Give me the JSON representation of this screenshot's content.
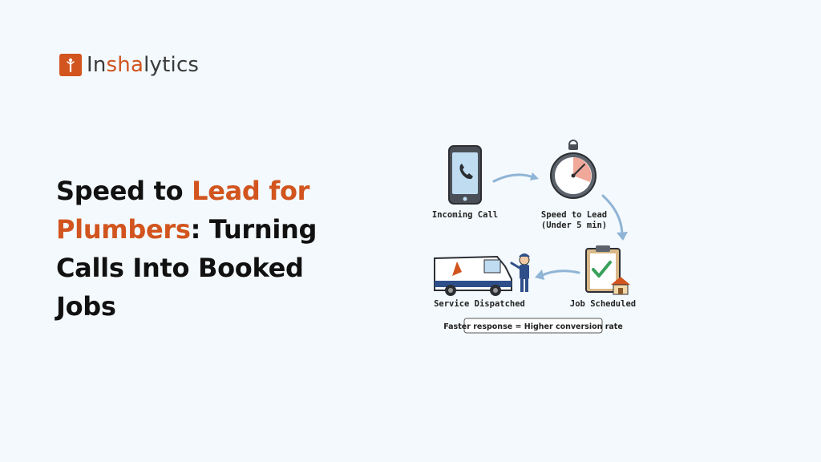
{
  "logo": {
    "text_start": "In",
    "text_accent": "sha",
    "text_end": "lytics",
    "icon": "logo-icon"
  },
  "headline": {
    "part1": "Speed to ",
    "part2_highlight": "Lead for Plumbers",
    "part3": ": Turning Calls Into Booked Jobs"
  },
  "diagram": {
    "steps": [
      {
        "label": "Incoming Call",
        "icon": "phone-icon"
      },
      {
        "label": "Speed to Lead",
        "sublabel": "(Under 5 min)",
        "icon": "stopwatch-icon"
      },
      {
        "label": "Job Scheduled",
        "icon": "clipboard-check-icon"
      },
      {
        "label": "Service Dispatched",
        "icon": "van-icon"
      }
    ],
    "note": "Faster response = Higher conversion rate"
  },
  "colors": {
    "accent": "#d2541e",
    "background": "#f3f9fc",
    "arrow": "#8fb4d6"
  }
}
